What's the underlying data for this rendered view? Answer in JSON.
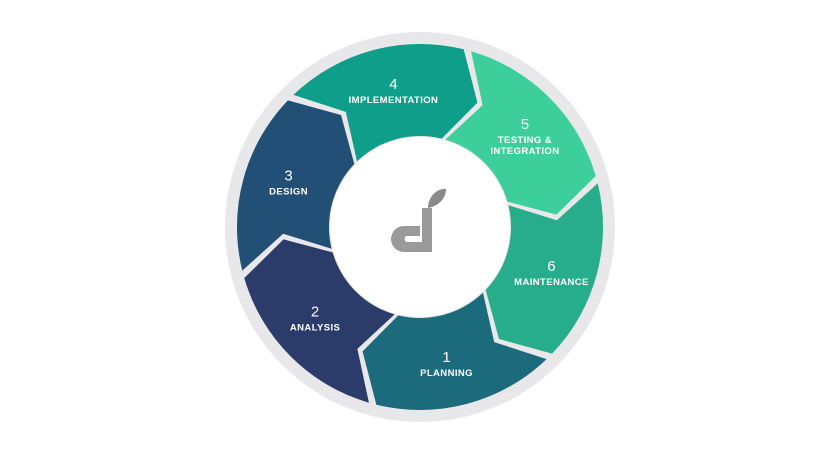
{
  "diagram": {
    "colors": {
      "background": "#ffffff",
      "ring_outer": "#e8e8ea",
      "center_inner": "#ffffff",
      "logo_dark": "#9a9a9a",
      "logo_leaf": "#8a8a8a"
    },
    "logo_icon": "leaf-d-logo",
    "steps": [
      {
        "id": "planning",
        "number": "1",
        "label_lines": [
          "PLANNING"
        ],
        "color": "#1b6b7c",
        "a0": 45,
        "a1": 105
      },
      {
        "id": "analysis",
        "number": "2",
        "label_lines": [
          "ANALYSIS"
        ],
        "color": "#2b3c6b",
        "a0": 105,
        "a1": 165
      },
      {
        "id": "design",
        "number": "3",
        "label_lines": [
          "DESIGN"
        ],
        "color": "#214f75",
        "a0": 165,
        "a1": 225
      },
      {
        "id": "implementation",
        "number": "4",
        "label_lines": [
          "IMPLEMENTATION"
        ],
        "color": "#0e9e8a",
        "a0": 225,
        "a1": 285
      },
      {
        "id": "testing",
        "number": "5",
        "label_lines": [
          "TESTING &",
          "INTEGRATION"
        ],
        "color": "#3ccf9c",
        "a0": 285,
        "a1": 345
      },
      {
        "id": "maintenance",
        "number": "6",
        "label_lines": [
          "MAINTENANCE"
        ],
        "color": "#27ad8b",
        "a0": 345,
        "a1": 405
      }
    ]
  }
}
